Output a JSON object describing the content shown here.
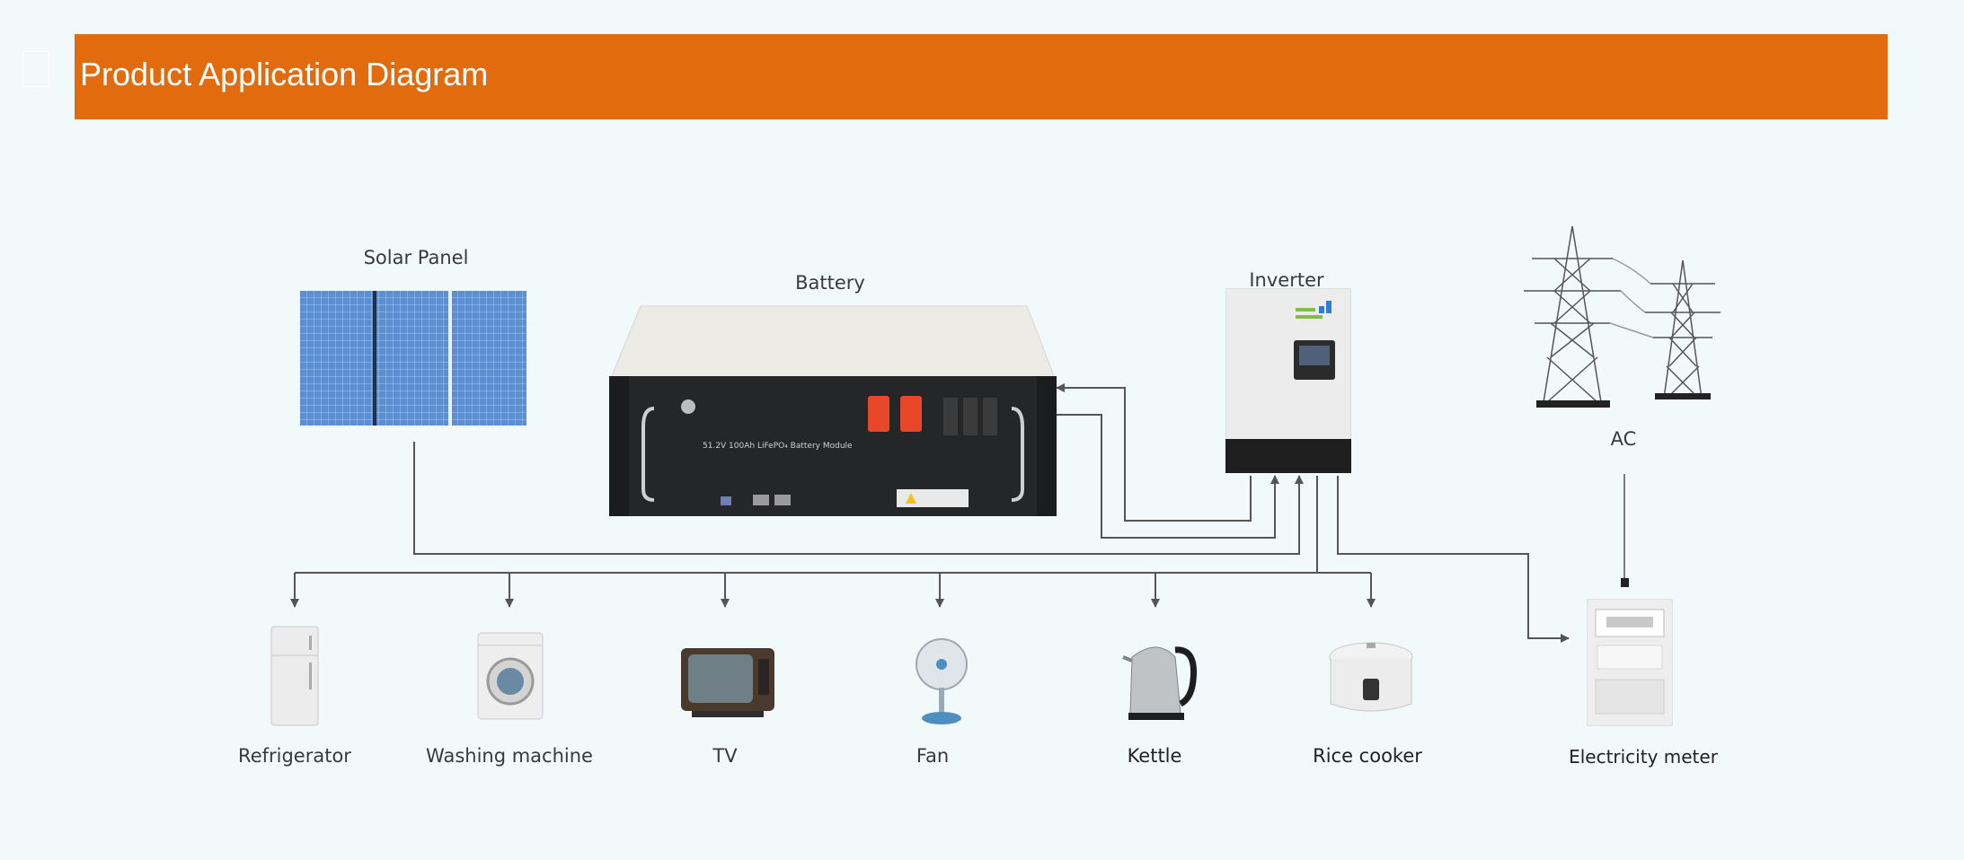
{
  "header": {
    "title": "Product Application Diagram"
  },
  "components": {
    "solar_panel": "Solar Panel",
    "battery": "Battery",
    "battery_module_text": "51.2V 100Ah LiFePO₄ Battery Module",
    "inverter": "Inverter",
    "ac": "AC",
    "electricity_meter": "Electricity meter"
  },
  "appliances": [
    {
      "label": "Refrigerator",
      "icon": "refrigerator-icon"
    },
    {
      "label": "Washing machine",
      "icon": "washing-machine-icon"
    },
    {
      "label": "TV",
      "icon": "tv-icon"
    },
    {
      "label": "Fan",
      "icon": "fan-icon"
    },
    {
      "label": "Kettle",
      "icon": "kettle-icon"
    },
    {
      "label": "Rice cooker",
      "icon": "rice-cooker-icon"
    }
  ],
  "colors": {
    "banner": "#e26b0e",
    "background": "#f1f9fb",
    "wire": "#555555"
  }
}
